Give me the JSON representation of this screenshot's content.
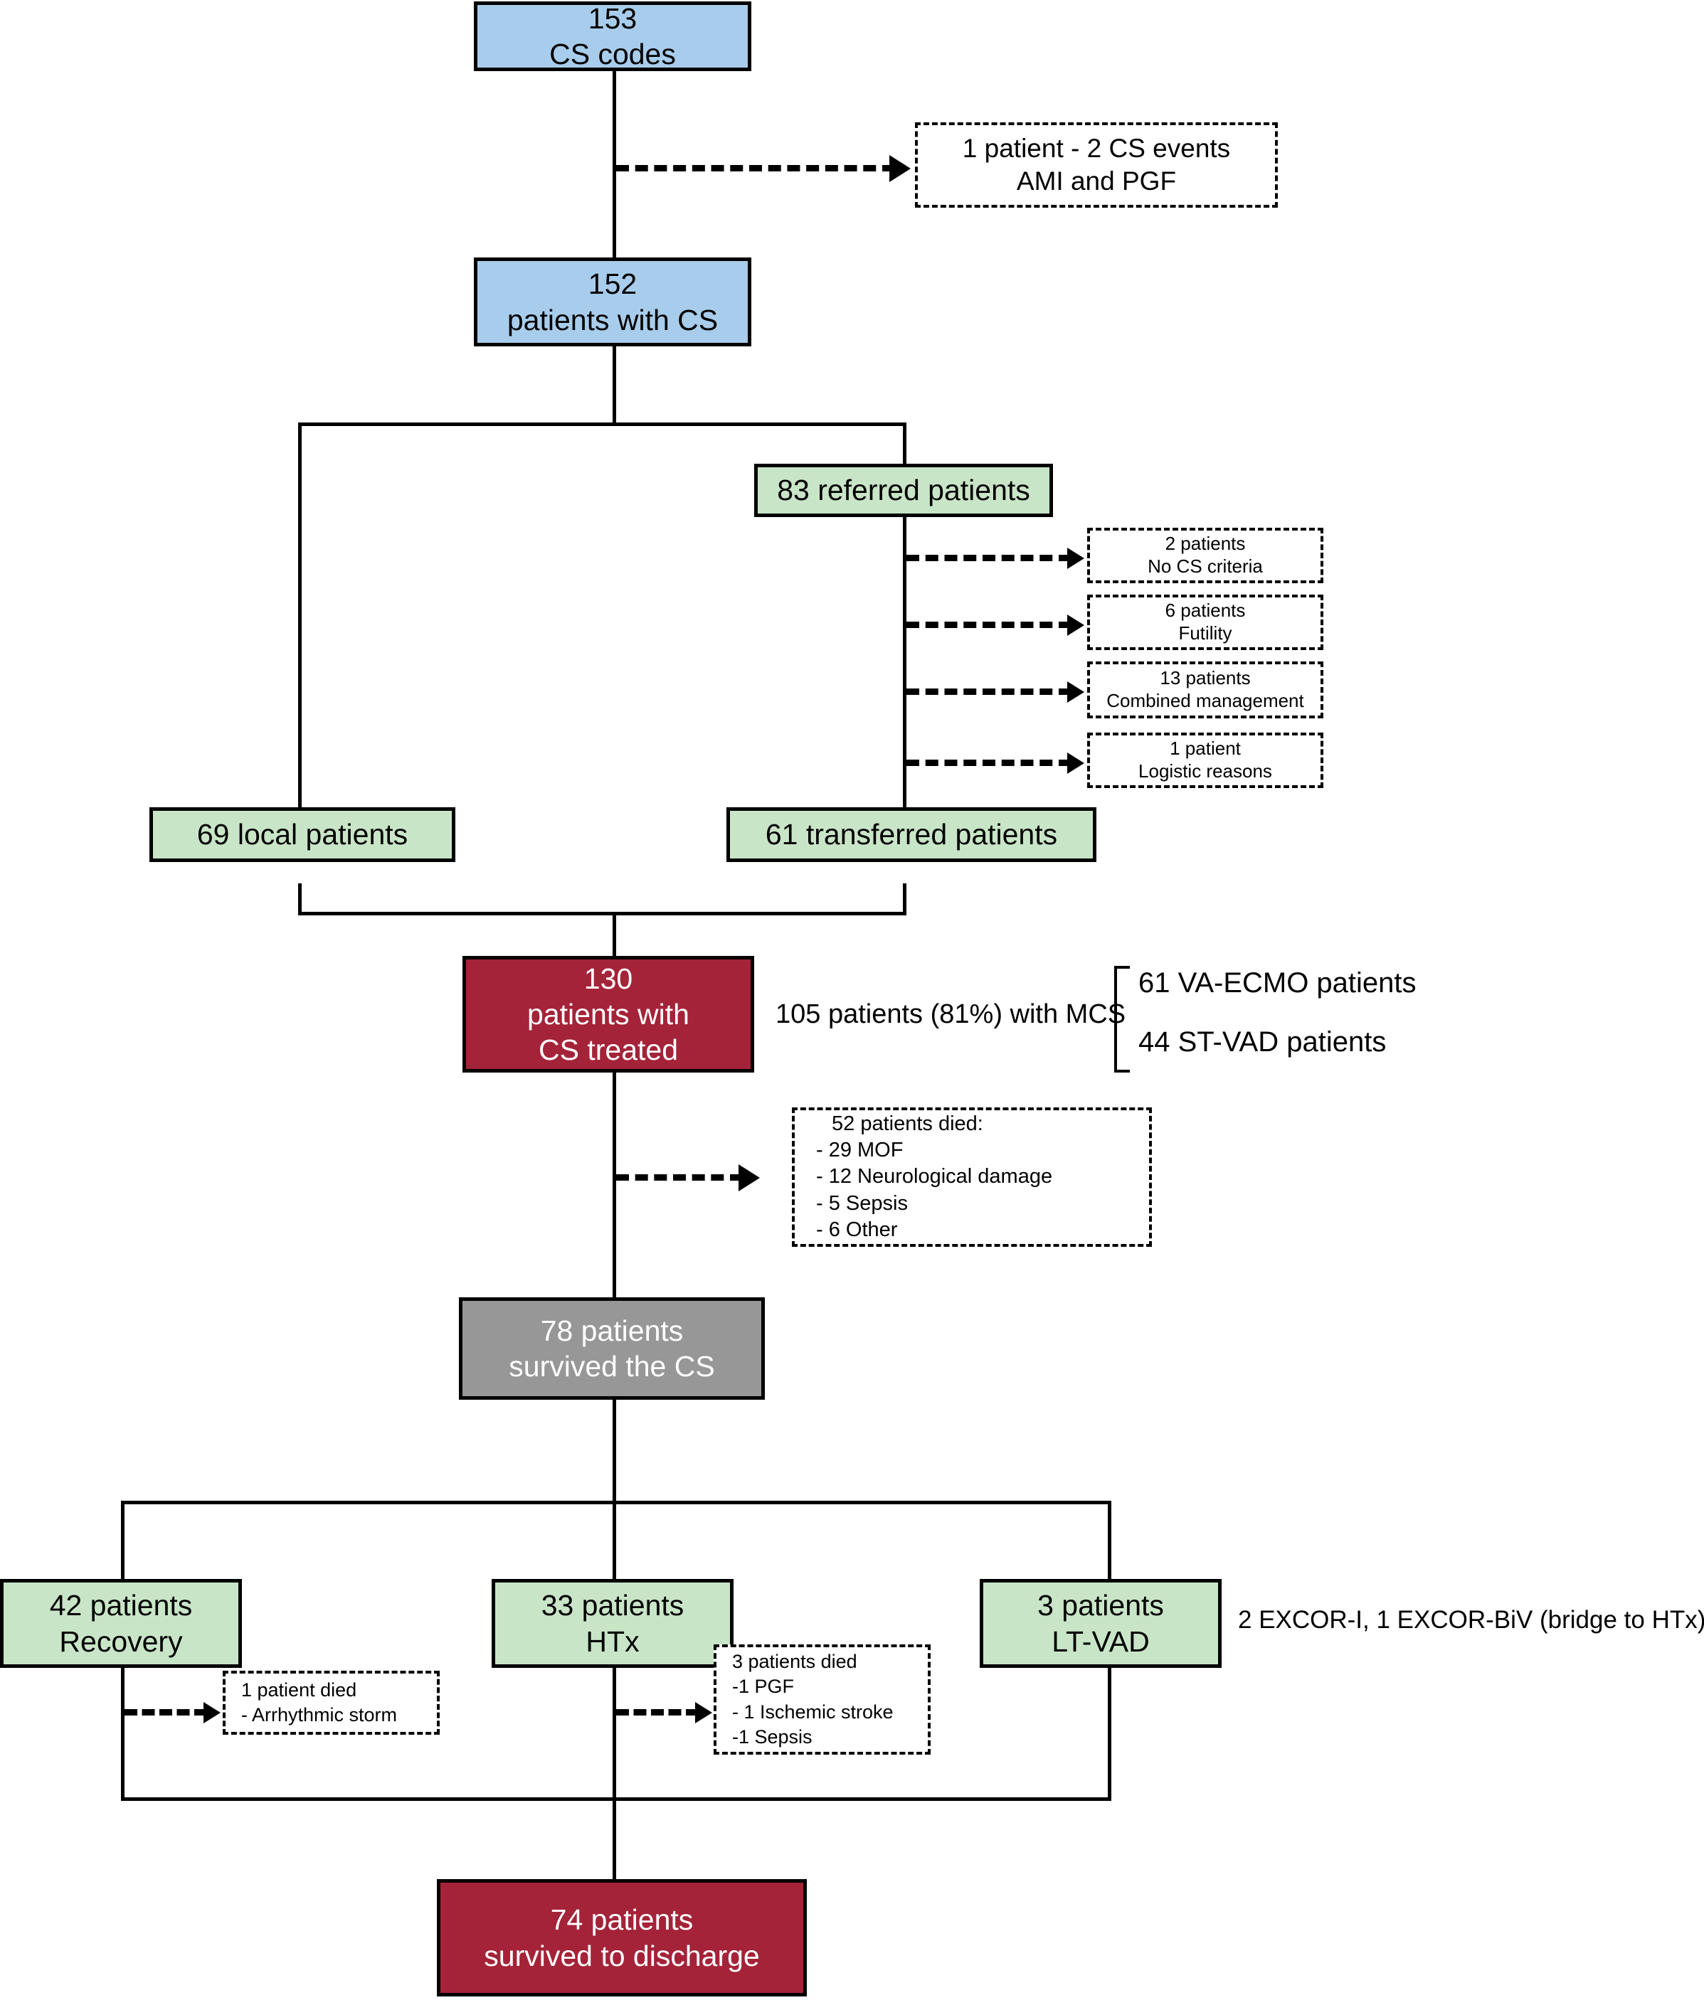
{
  "diagram": {
    "title": "Cardiogenic shock patient flow",
    "colors": {
      "blue": "#a8cdec",
      "green": "#c9e5c7",
      "red": "#a42338",
      "gray": "#979797",
      "outline": "#000000"
    },
    "nodes": {
      "cs_codes": {
        "line1": "153",
        "line2": "CS codes"
      },
      "patients_cs": {
        "line1": "152",
        "line2": "patients with CS"
      },
      "referred": {
        "line1": "83 referred patients"
      },
      "local": {
        "line1": "69 local patients"
      },
      "transferred": {
        "line1": "61 transferred patients"
      },
      "cs_treated": {
        "line1": "130",
        "line2": "patients with",
        "line3": "CS treated"
      },
      "survived_cs": {
        "line1": "78 patients",
        "line2": "survived the CS"
      },
      "recovery": {
        "line1": "42 patients",
        "line2": "Recovery"
      },
      "htx": {
        "line1": "33 patients",
        "line2": "HTx"
      },
      "ltvad": {
        "line1": "3 patients",
        "line2": "LT-VAD"
      },
      "survived_disch": {
        "line1": "74 patients",
        "line2": "survived to discharge"
      }
    },
    "exclusions": {
      "duplicate_event": {
        "line1": "1 patient - 2 CS events",
        "line2": "AMI and PGF"
      },
      "no_cs_criteria": {
        "line1": "2 patients",
        "line2": "No CS criteria"
      },
      "futility": {
        "line1": "6 patients",
        "line2": "Futility"
      },
      "combined_mgmt": {
        "line1": "13 patients",
        "line2": "Combined management"
      },
      "logistic": {
        "line1": "1 patient",
        "line2": "Logistic reasons"
      },
      "deaths_cs": {
        "line1": "52 patients died:",
        "line2": "-  29 MOF",
        "line3": "-  12 Neurological damage",
        "line4": "-  5 Sepsis",
        "line5": "-  6 Other"
      },
      "deaths_recovery": {
        "line1": "1 patient died",
        "line2": "- Arrhythmic storm"
      },
      "deaths_htx": {
        "line1": "3 patients died",
        "line2": "-1 PGF",
        "line3": "- 1 Ischemic stroke",
        "line4": "-1 Sepsis"
      }
    },
    "annotations": {
      "mcs_label": "105 patients (81%) with MCS",
      "mcs_va_ecmo": "61 VA-ECMO patients",
      "mcs_st_vad": "44 ST-VAD patients",
      "ltvad_detail": "2 EXCOR-I, 1 EXCOR-BiV (bridge to HTx)"
    }
  },
  "chart_data": {
    "type": "flowchart",
    "title": "Cardiogenic shock (CS) patient flow diagram",
    "nodes": [
      {
        "id": "cs_codes",
        "label": "153 CS codes",
        "value": 153,
        "fill": "#a8cdec"
      },
      {
        "id": "patients_cs",
        "label": "152 patients with CS",
        "value": 152,
        "fill": "#a8cdec"
      },
      {
        "id": "referred",
        "label": "83 referred patients",
        "value": 83,
        "fill": "#c9e5c7"
      },
      {
        "id": "local",
        "label": "69 local patients",
        "value": 69,
        "fill": "#c9e5c7"
      },
      {
        "id": "transferred",
        "label": "61 transferred patients",
        "value": 61,
        "fill": "#c9e5c7"
      },
      {
        "id": "cs_treated",
        "label": "130 patients with CS treated",
        "value": 130,
        "fill": "#a42338"
      },
      {
        "id": "survived_cs",
        "label": "78 patients survived the CS",
        "value": 78,
        "fill": "#979797"
      },
      {
        "id": "recovery",
        "label": "42 patients Recovery",
        "value": 42,
        "fill": "#c9e5c7"
      },
      {
        "id": "htx",
        "label": "33 patients HTx",
        "value": 33,
        "fill": "#c9e5c7"
      },
      {
        "id": "ltvad",
        "label": "3 patients LT-VAD",
        "value": 3,
        "fill": "#c9e5c7"
      },
      {
        "id": "survived_disch",
        "label": "74 patients survived to discharge",
        "value": 74,
        "fill": "#a42338"
      }
    ],
    "exclusions": [
      {
        "from": "cs_codes",
        "label": "1 patient - 2 CS events AMI and PGF",
        "value": 1
      },
      {
        "from": "referred",
        "label": "2 patients No CS criteria",
        "value": 2
      },
      {
        "from": "referred",
        "label": "6 patients Futility",
        "value": 6
      },
      {
        "from": "referred",
        "label": "13 patients Combined management",
        "value": 13
      },
      {
        "from": "referred",
        "label": "1 patient Logistic reasons",
        "value": 1
      },
      {
        "from": "cs_treated",
        "label": "52 patients died",
        "value": 52,
        "breakdown": [
          {
            "cause": "MOF",
            "value": 29
          },
          {
            "cause": "Neurological damage",
            "value": 12
          },
          {
            "cause": "Sepsis",
            "value": 5
          },
          {
            "cause": "Other",
            "value": 6
          }
        ]
      },
      {
        "from": "recovery",
        "label": "1 patient died",
        "value": 1,
        "breakdown": [
          {
            "cause": "Arrhythmic storm",
            "value": 1
          }
        ]
      },
      {
        "from": "htx",
        "label": "3 patients died",
        "value": 3,
        "breakdown": [
          {
            "cause": "PGF",
            "value": 1
          },
          {
            "cause": "Ischemic stroke",
            "value": 1
          },
          {
            "cause": "Sepsis",
            "value": 1
          }
        ]
      }
    ],
    "annotations": [
      {
        "attached_to": "cs_treated",
        "label": "105 patients (81%) with MCS",
        "value": 105,
        "percent": 81,
        "children": [
          {
            "label": "61 VA-ECMO patients",
            "value": 61
          },
          {
            "label": "44 ST-VAD patients",
            "value": 44
          }
        ]
      },
      {
        "attached_to": "ltvad",
        "label": "2 EXCOR-I, 1 EXCOR-BiV (bridge to HTx)"
      }
    ],
    "edges": [
      {
        "from": "cs_codes",
        "to": "patients_cs"
      },
      {
        "from": "patients_cs",
        "to": "local"
      },
      {
        "from": "patients_cs",
        "to": "referred"
      },
      {
        "from": "referred",
        "to": "transferred"
      },
      {
        "from": "local",
        "to": "cs_treated"
      },
      {
        "from": "transferred",
        "to": "cs_treated"
      },
      {
        "from": "cs_treated",
        "to": "survived_cs"
      },
      {
        "from": "survived_cs",
        "to": "recovery"
      },
      {
        "from": "survived_cs",
        "to": "htx"
      },
      {
        "from": "survived_cs",
        "to": "ltvad"
      },
      {
        "from": "recovery",
        "to": "survived_disch"
      },
      {
        "from": "htx",
        "to": "survived_disch"
      },
      {
        "from": "ltvad",
        "to": "survived_disch"
      }
    ]
  }
}
